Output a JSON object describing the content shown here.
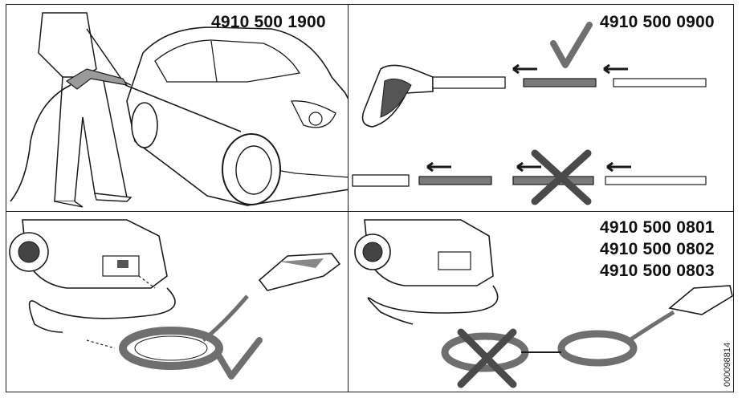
{
  "panels": {
    "top_left": {
      "part_number": "4910 500 1900"
    },
    "top_right": {
      "part_number": "4910 500 0900"
    },
    "bottom_right": {
      "part_numbers": [
        "4910 500 0801",
        "4910 500 0802",
        "4910 500 0803"
      ]
    }
  },
  "document_id": "000098814",
  "colors": {
    "line": "#1a1a1a",
    "gray": "#6f6f6f",
    "light": "#e9e9e9",
    "mark": "#4a4a4a"
  }
}
